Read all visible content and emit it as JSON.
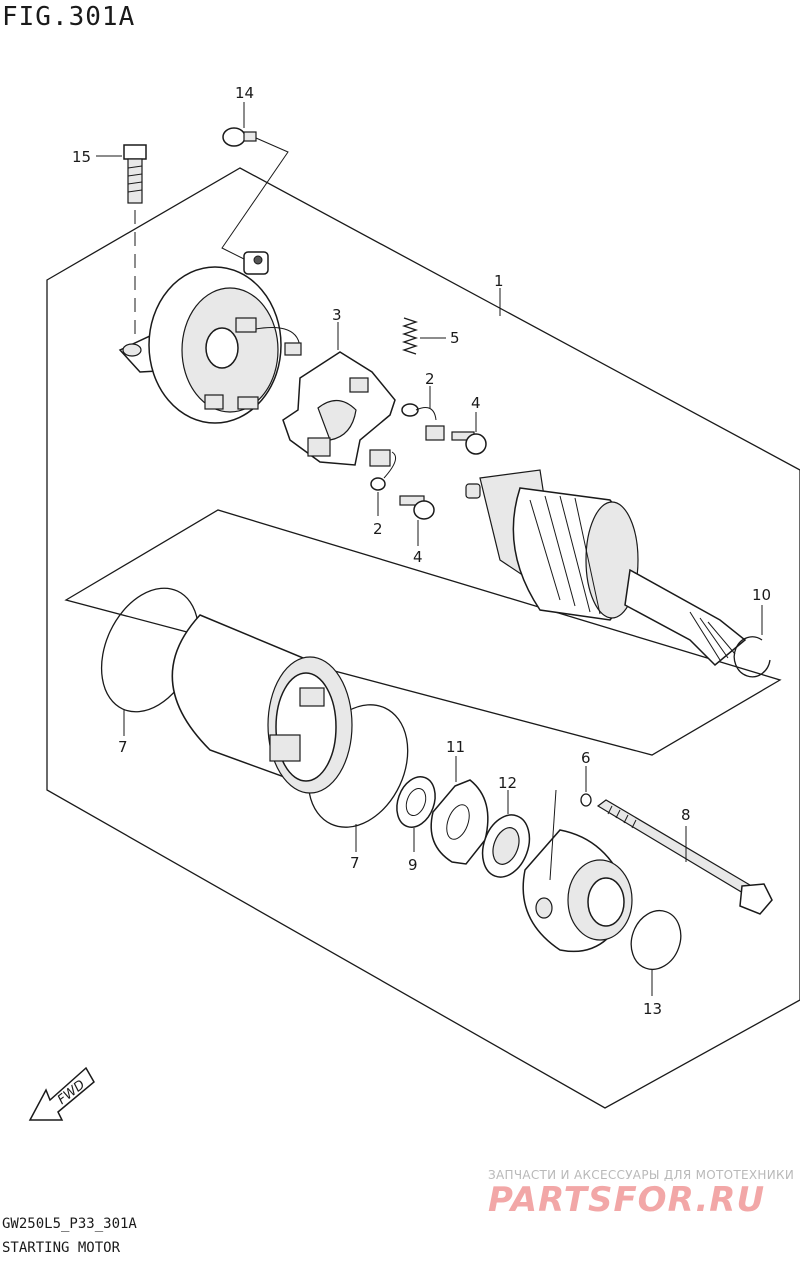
{
  "figure": {
    "title": "FIG.301A",
    "code": "GW250L5_P33_301A",
    "name": "STARTING MOTOR"
  },
  "callouts": [
    {
      "id": "c1",
      "label": "1"
    },
    {
      "id": "c2a",
      "label": "2"
    },
    {
      "id": "c2b",
      "label": "2"
    },
    {
      "id": "c3",
      "label": "3"
    },
    {
      "id": "c4a",
      "label": "4"
    },
    {
      "id": "c4b",
      "label": "4"
    },
    {
      "id": "c5",
      "label": "5"
    },
    {
      "id": "c6",
      "label": "6"
    },
    {
      "id": "c7a",
      "label": "7"
    },
    {
      "id": "c7b",
      "label": "7"
    },
    {
      "id": "c8",
      "label": "8"
    },
    {
      "id": "c9",
      "label": "9"
    },
    {
      "id": "c10",
      "label": "10"
    },
    {
      "id": "c11",
      "label": "11"
    },
    {
      "id": "c12",
      "label": "12"
    },
    {
      "id": "c13",
      "label": "13"
    },
    {
      "id": "c14",
      "label": "14"
    },
    {
      "id": "c15",
      "label": "15"
    }
  ],
  "fwd_arrow": {
    "label": "FWD"
  },
  "watermark": {
    "line1": "ЗАПЧАСТИ И АКСЕССУАРЫ ДЛЯ МОТОТЕХНИКИ",
    "logo": "PARTSFOR.RU"
  }
}
